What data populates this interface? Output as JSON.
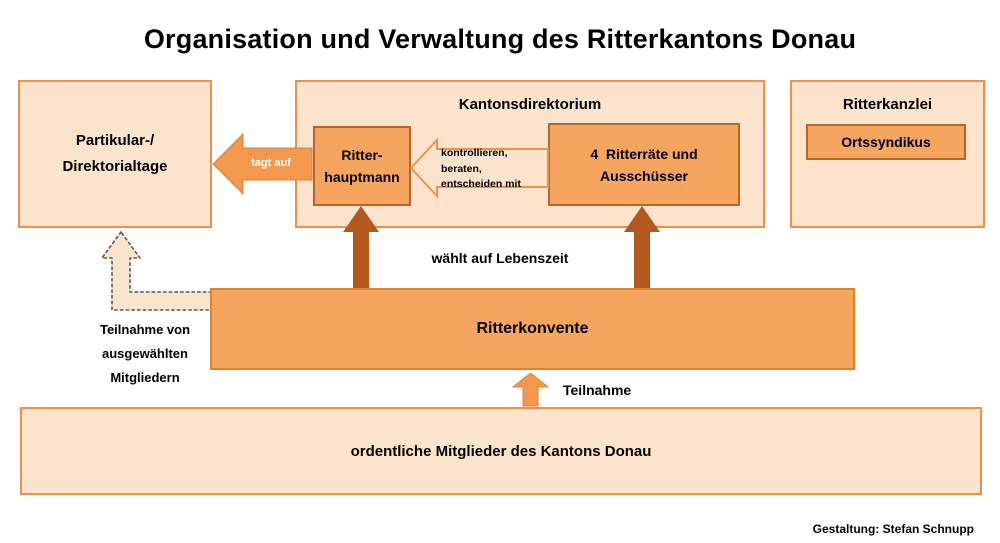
{
  "title": "Organisation und Verwaltung des Ritterkantons Donau",
  "credit": "Gestaltung: Stefan Schnupp",
  "boxes": {
    "partikular": {
      "line1": "Partikular-/",
      "line2": "Direktorialtage"
    },
    "kantonsdirektorium": {
      "label": "Kantonsdirektorium"
    },
    "ritterhauptmann": {
      "line1": "Ritter-",
      "line2": "hauptmann"
    },
    "ritterraete": {
      "line1": "4  Ritterräte und",
      "line2": "Ausschüsser"
    },
    "ritterkanzlei": {
      "label": "Ritterkanzlei"
    },
    "ortssyndikus": {
      "label": "Ortssyndikus"
    },
    "ritterkonvente": {
      "label": "Ritterkonvente"
    },
    "ordentliche_mitglieder": {
      "label": "ordentliche Mitglieder des Kantons Donau"
    }
  },
  "labels": {
    "tagt_auf": "tagt auf",
    "kontrollieren_line1": "kontrollieren,",
    "kontrollieren_line2": "beraten,",
    "kontrollieren_line3": "entscheiden mit",
    "waehlt_auf_lebenszeit": "wählt auf Lebenszeit",
    "teilnahme_von_line1": "Teilnahme von",
    "teilnahme_von_line2": "ausgewählten",
    "teilnahme_von_line3": "Mitgliedern",
    "teilnahme": "Teilnahme"
  },
  "colors": {
    "light_fill": "#fce4cc",
    "border_orange": "#f0914b",
    "mid_fill": "#f5a55e",
    "dark_border": "#b2672f",
    "konvente_border": "#d9842e",
    "arrow_orange": "#f2994d",
    "arrow_orange_edge": "#e0813a",
    "arrow_dark": "#b3591d",
    "dotted_stroke": "#595959",
    "text": "#000000"
  }
}
